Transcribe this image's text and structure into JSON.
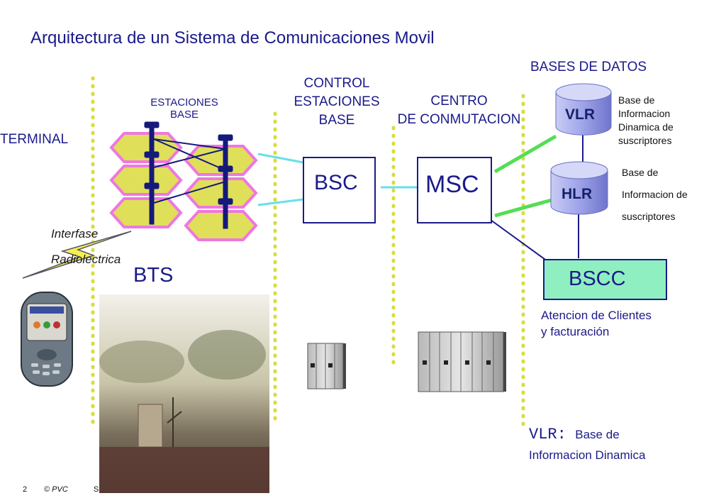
{
  "title": "Arquitectura de un Sistema de Comunicaciones Movil",
  "sections": {
    "terminal": "TERMINAL",
    "estaciones_base": [
      "ESTACIONES",
      "BASE"
    ],
    "control": [
      "CONTROL",
      "ESTACIONES",
      "BASE"
    ],
    "centro": [
      "CENTRO",
      "DE CONMUTACION"
    ],
    "bases_datos": "BASES DE DATOS"
  },
  "nodes": {
    "bsc": "BSC",
    "msc": "MSC",
    "vlr": "VLR",
    "hlr": "HLR",
    "bscc": "BSCC",
    "bts": "BTS"
  },
  "vlr_desc": [
    "Base de",
    "Informacion",
    "Dinamica de",
    "suscriptores"
  ],
  "hlr_desc": [
    "Base de",
    "Informacion de",
    "suscriptores"
  ],
  "interfase": [
    "Interfase",
    "Radiolectrica"
  ],
  "bscc_desc": [
    "Atencion de Clientes",
    "y facturación"
  ],
  "note": {
    "term": "VLR:",
    "rest": "Base de",
    "line2": "Informacion Dinamica"
  },
  "footer": {
    "page": "2",
    "copyright": "© PVC",
    "letter": "S"
  },
  "colors": {
    "text": "#1a1a8a",
    "hex_fill": "#e0df5a",
    "hex_border": "#ee77e0",
    "dotted": "#d9dc3c",
    "bscc_fill": "#8fefc0",
    "db_fill": "#9ea3e8",
    "link_cyan": "#66e0e8",
    "link_green": "#55dd55"
  }
}
